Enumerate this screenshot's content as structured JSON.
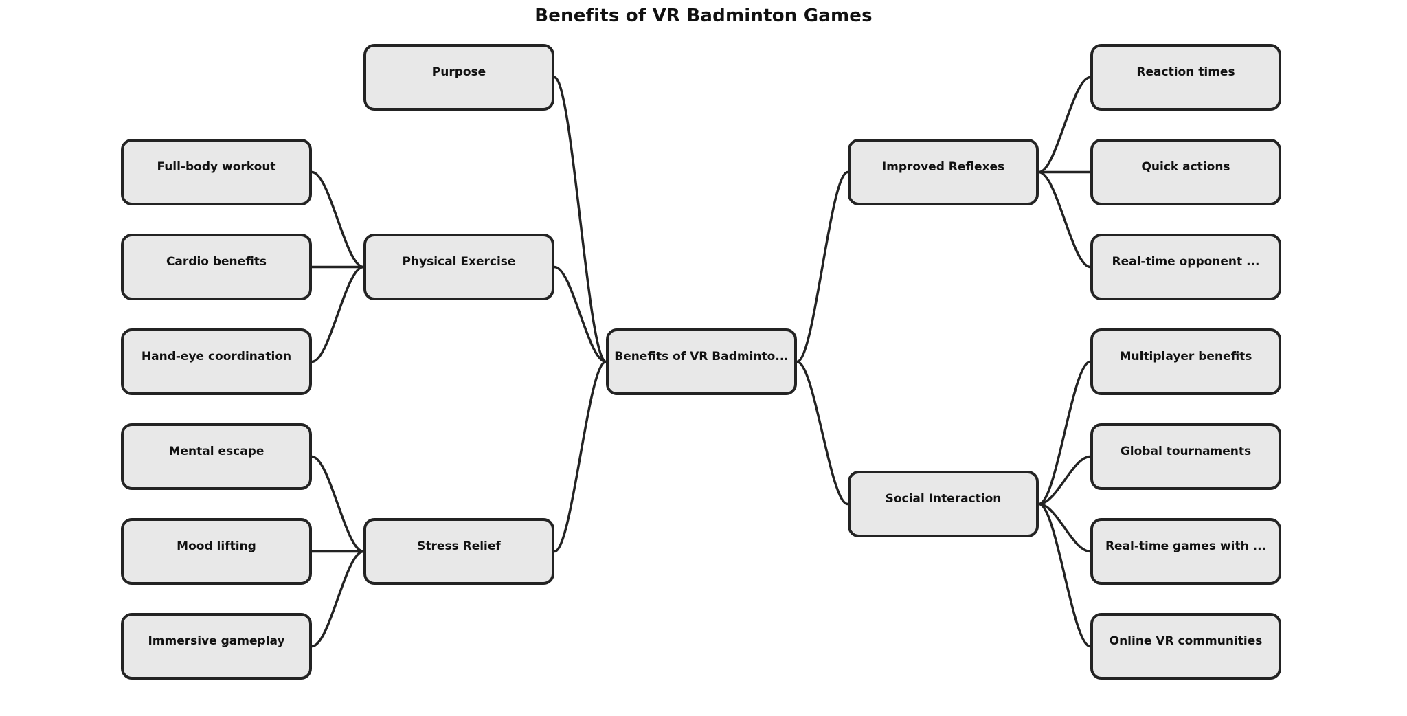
{
  "title": "Benefits of VR Badminton Games",
  "colors": {
    "node_fill": "#e8e8e8",
    "node_border": "#232323",
    "edge": "#232323",
    "text": "#111111"
  },
  "nodes": {
    "root": "Benefits of VR Badminto...",
    "purpose": "Purpose",
    "physical_exercise": "Physical Exercise",
    "full_body_workout": "Full-body workout",
    "cardio_benefits": "Cardio benefits",
    "hand_eye_coordination": "Hand-eye coordination",
    "stress_relief": "Stress Relief",
    "mental_escape": "Mental escape",
    "mood_lifting": "Mood lifting",
    "immersive_gameplay": "Immersive gameplay",
    "improved_reflexes": "Improved Reflexes",
    "reaction_times": "Reaction times",
    "quick_actions": "Quick actions",
    "real_time_opponent": "Real-time opponent ...",
    "social_interaction": "Social Interaction",
    "multiplayer_benefits": "Multiplayer benefits",
    "global_tournaments": "Global tournaments",
    "real_time_games": "Real-time games with ...",
    "online_vr_communities": "Online VR communities"
  },
  "edges": [
    [
      "root",
      "purpose"
    ],
    [
      "root",
      "physical_exercise"
    ],
    [
      "root",
      "stress_relief"
    ],
    [
      "root",
      "improved_reflexes"
    ],
    [
      "root",
      "social_interaction"
    ],
    [
      "physical_exercise",
      "full_body_workout"
    ],
    [
      "physical_exercise",
      "cardio_benefits"
    ],
    [
      "physical_exercise",
      "hand_eye_coordination"
    ],
    [
      "stress_relief",
      "mental_escape"
    ],
    [
      "stress_relief",
      "mood_lifting"
    ],
    [
      "stress_relief",
      "immersive_gameplay"
    ],
    [
      "improved_reflexes",
      "reaction_times"
    ],
    [
      "improved_reflexes",
      "quick_actions"
    ],
    [
      "improved_reflexes",
      "real_time_opponent"
    ],
    [
      "social_interaction",
      "multiplayer_benefits"
    ],
    [
      "social_interaction",
      "global_tournaments"
    ],
    [
      "social_interaction",
      "real_time_games"
    ],
    [
      "social_interaction",
      "online_vr_communities"
    ]
  ]
}
